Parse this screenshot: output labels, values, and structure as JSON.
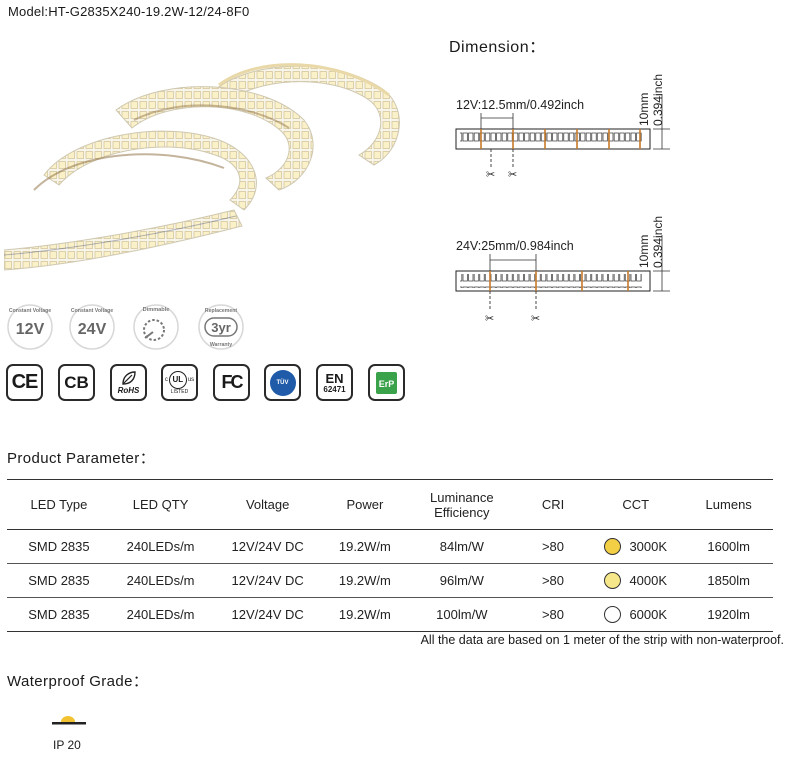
{
  "model": "Model:HT-G2835X240-19.2W-12/24-8F0",
  "dimension": {
    "title": "Dimension：",
    "strip12": {
      "label": "12V:12.5mm/0.492inch",
      "height_mm": "10mm",
      "height_inch": "0.394inch"
    },
    "strip24": {
      "label": "24V:25mm/0.984inch",
      "height_mm": "10mm",
      "height_inch": "0.394inch"
    }
  },
  "badges": [
    {
      "icon": "constant-voltage-12v-icon",
      "arc_text": "Constant Voltage",
      "center": "12V"
    },
    {
      "icon": "constant-voltage-24v-icon",
      "arc_text": "Constant Voltage",
      "center": "24V"
    },
    {
      "icon": "dimmable-icon",
      "arc_text": "Dimmable",
      "center": ""
    },
    {
      "icon": "replacement-warranty-icon",
      "arc_text": "Replacement",
      "arc_text_bottom": "Warranty",
      "center": "3yr"
    }
  ],
  "certs": [
    {
      "icon": "ce-icon",
      "text": "CE"
    },
    {
      "icon": "cb-icon",
      "text": "CB"
    },
    {
      "icon": "rohs-icon",
      "text": "RoHS"
    },
    {
      "icon": "ul-listed-icon",
      "text": "UL",
      "sub": "LISTED",
      "c": "c",
      "us": "us"
    },
    {
      "icon": "fcc-icon",
      "text": "FC"
    },
    {
      "icon": "tuv-icon",
      "text": "TÜV"
    },
    {
      "icon": "en-62471-icon",
      "text": "EN",
      "sub": "62471"
    },
    {
      "icon": "erp-icon",
      "text": "ErP"
    }
  ],
  "product": {
    "title": "Product Parameter：",
    "headers": [
      "LED Type",
      "LED QTY",
      "Voltage",
      "Power",
      "Luminance Efficiency",
      "CRI",
      "CCT",
      "Lumens"
    ],
    "rows": [
      {
        "type": "SMD 2835",
        "qty": "240LEDs/m",
        "voltage": "12V/24V DC",
        "power": "19.2W/m",
        "efficiency": "84lm/W",
        "cri": ">80",
        "cct": "3000K",
        "cct_color": "#f2cf45",
        "lumens": "1600lm"
      },
      {
        "type": "SMD 2835",
        "qty": "240LEDs/m",
        "voltage": "12V/24V DC",
        "power": "19.2W/m",
        "efficiency": "96lm/W",
        "cri": ">80",
        "cct": "4000K",
        "cct_color": "#f6e88a",
        "lumens": "1850lm"
      },
      {
        "type": "SMD 2835",
        "qty": "240LEDs/m",
        "voltage": "12V/24V DC",
        "power": "19.2W/m",
        "efficiency": "100lm/W",
        "cri": ">80",
        "cct": "6000K",
        "cct_color": "#ffffff",
        "lumens": "1920lm"
      }
    ],
    "note": "All  the data are based on 1 meter of the strip with non-waterproof."
  },
  "waterproof": {
    "title": "Waterproof Grade：",
    "grade": "IP 20"
  }
}
